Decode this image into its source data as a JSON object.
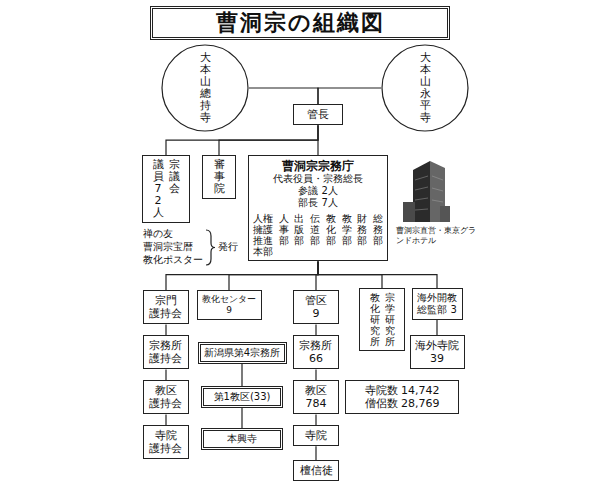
{
  "diagram": {
    "title": "曹洞宗の組織図",
    "nodes": [
      {
        "text": [
          "大本山總持寺"
        ]
      },
      {
        "text": [
          "大本山永平寺"
        ]
      },
      {
        "text": [
          "管長"
        ]
      },
      {
        "text": [
          "宗議会",
          "議員72人"
        ]
      },
      {
        "text": [
          "審事院"
        ]
      },
      {
        "text": [
          "曹洞宗宗務庁",
          "代表役員・宗務総長",
          "参議 2人",
          "部長 7人",
          "総務部",
          "財務部",
          "教学部",
          "教化部",
          "伝道部",
          "出版部",
          "人事部",
          "人権擁護推進本部"
        ]
      },
      {
        "text": [
          "宗門 護持会"
        ]
      },
      {
        "text": [
          "教化センター 9"
        ]
      },
      {
        "text": [
          "管区 9"
        ]
      },
      {
        "text": [
          "宗学研究所",
          "教化研究所"
        ]
      },
      {
        "text": [
          "海外開教 総監部 3"
        ]
      },
      {
        "text": [
          "宗務所 護持会"
        ]
      },
      {
        "text": [
          "新潟県第4宗務所"
        ]
      },
      {
        "text": [
          "宗務所 66"
        ]
      },
      {
        "text": [
          "海外寺院 39"
        ]
      },
      {
        "text": [
          "教区 護持会"
        ]
      },
      {
        "text": [
          "第1教区(33)"
        ]
      },
      {
        "text": [
          "教区 784"
        ]
      },
      {
        "text": [
          "寺院数 14,742",
          "僧侶数 28,769"
        ]
      },
      {
        "text": [
          "寺院 護持会"
        ]
      },
      {
        "text": [
          "本興寺"
        ]
      },
      {
        "text": [
          "寺院"
        ]
      },
      {
        "text": [
          "檀信徒"
        ]
      }
    ],
    "edges": [
      {
        "from": 0,
        "to": 2,
        "arrow": "none"
      },
      {
        "from": 1,
        "to": 2,
        "arrow": "none"
      },
      {
        "from": 2,
        "to": 3,
        "arrow": "none"
      },
      {
        "from": 2,
        "to": 4,
        "arrow": "none"
      },
      {
        "from": 2,
        "to": 5,
        "arrow": "none"
      },
      {
        "from": 5,
        "to": 6,
        "arrow": "none"
      },
      {
        "from": 5,
        "to": 7,
        "arrow": "none"
      },
      {
        "from": 5,
        "to": 8,
        "arrow": "none"
      },
      {
        "from": 5,
        "to": 9,
        "arrow": "none"
      },
      {
        "from": 5,
        "to": 10,
        "arrow": "none"
      },
      {
        "from": 6,
        "to": 11,
        "arrow": "none"
      },
      {
        "from": 11,
        "to": 15,
        "arrow": "none"
      },
      {
        "from": 15,
        "to": 19,
        "arrow": "none"
      },
      {
        "from": 12,
        "to": 16,
        "arrow": "none"
      },
      {
        "from": 16,
        "to": 20,
        "arrow": "none"
      },
      {
        "from": 8,
        "to": 13,
        "arrow": "none"
      },
      {
        "from": 13,
        "to": 17,
        "arrow": "none"
      },
      {
        "from": 17,
        "to": 21,
        "arrow": "none"
      },
      {
        "from": 21,
        "to": 22,
        "arrow": "none"
      },
      {
        "from": 10,
        "to": 14,
        "arrow": "none"
      }
    ],
    "labels": [
      "禅の友",
      "曹洞宗宝暦",
      "教化ポスター",
      "発行",
      "曹洞宗直営・東京グランドホテル"
    ]
  }
}
